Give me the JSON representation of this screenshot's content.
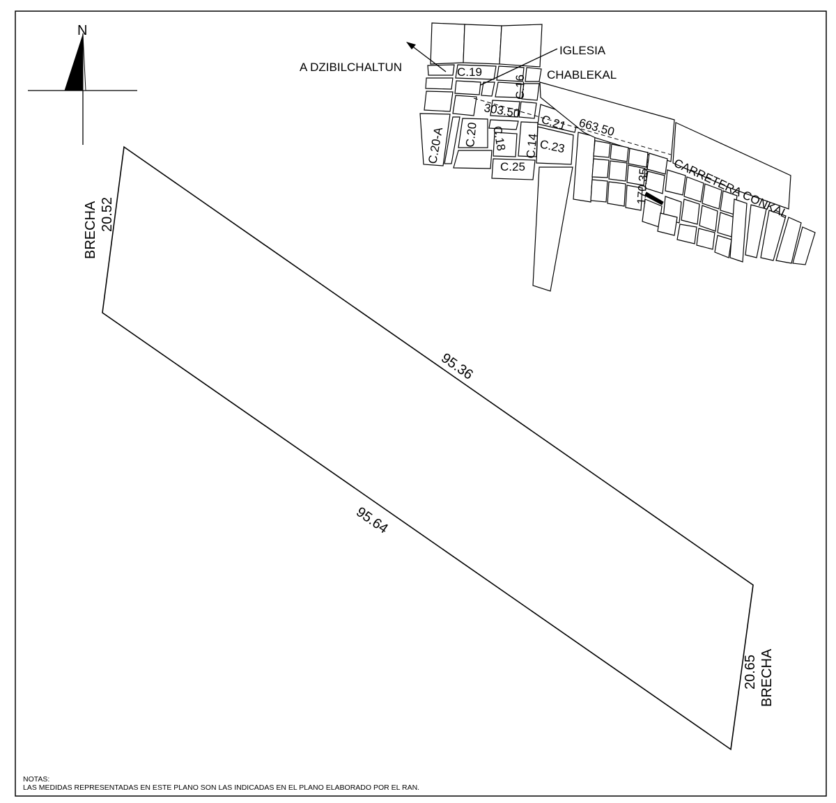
{
  "north_label": "N",
  "town": {
    "name": "CHABLEKAL",
    "landmarks": {
      "church": "IGLESIA",
      "to_site": "A DZIBILCHALTUN",
      "highway": "CARRETERA CONKAL"
    },
    "streets": [
      "C.19",
      "C.16",
      "C.21",
      "C.20",
      "C.20-A",
      "C.18",
      "C.14",
      "C.23",
      "C.25"
    ],
    "distances": [
      "303.50",
      "663.50",
      "170.35"
    ]
  },
  "parcel": {
    "top_side": "95.36",
    "bottom_side": "95.64",
    "left_side": {
      "length": "20.52",
      "label": "BRECHA"
    },
    "right_side": {
      "length": "20.65",
      "label": "BRECHA"
    }
  },
  "notes": {
    "title": "NOTAS:",
    "text": "LAS MEDIDAS REPRESENTADAS EN ESTE PLANO SON LAS INDICADAS EN EL PLANO ELABORADO POR EL RAN."
  }
}
